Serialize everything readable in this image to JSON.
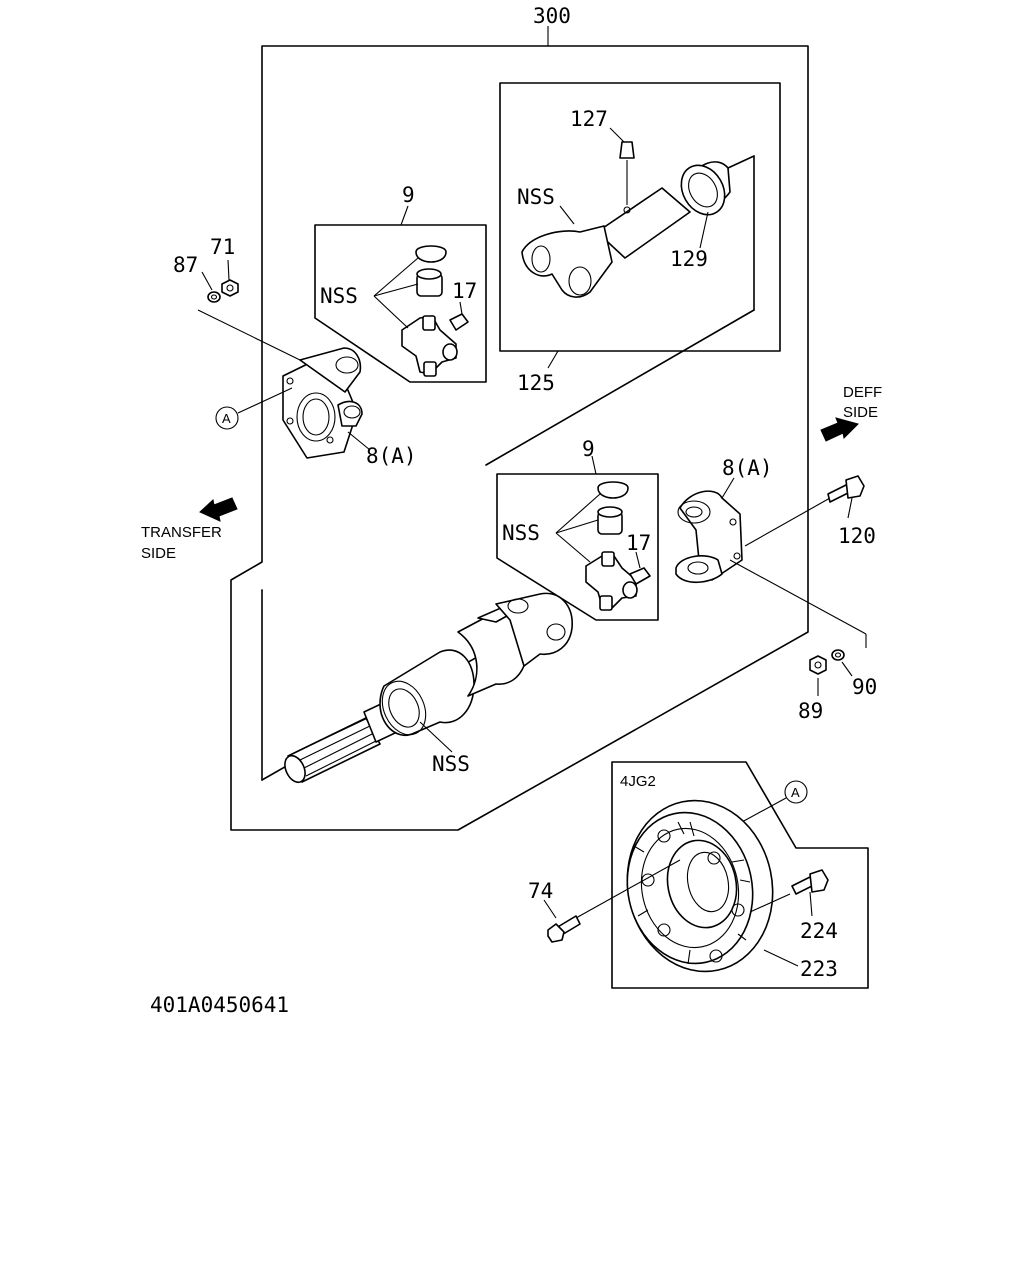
{
  "labels": {
    "assembly": "300",
    "u_joint_kit_top": "9",
    "u_joint_kit_bottom": "9",
    "nss_top_kit": "NSS",
    "nss_bottom_kit": "NSS",
    "nss_shaft": "NSS",
    "nss_sleeve": "NSS",
    "grease_fitting_top": "17",
    "grease_fitting_bottom": "17",
    "grease_nipple": "127",
    "seal": "129",
    "sleeve_yoke_assy": "125",
    "flange_yoke_left": "8(A)",
    "flange_yoke_right": "8(A)",
    "washer_left": "87",
    "nut_left": "71",
    "bolt_right": "120",
    "nut_right": "89",
    "washer_right": "90",
    "bolt_74": "74",
    "bolt_224": "224",
    "part_223": "223",
    "model": "4JG2",
    "circle_ref_left": "A",
    "circle_ref_right": "A"
  },
  "directions": {
    "deff_line1": "DEFF",
    "deff_line2": "SIDE",
    "transfer_line1": "TRANSFER",
    "transfer_line2": "SIDE"
  },
  "diagram_code": "401A0450641"
}
